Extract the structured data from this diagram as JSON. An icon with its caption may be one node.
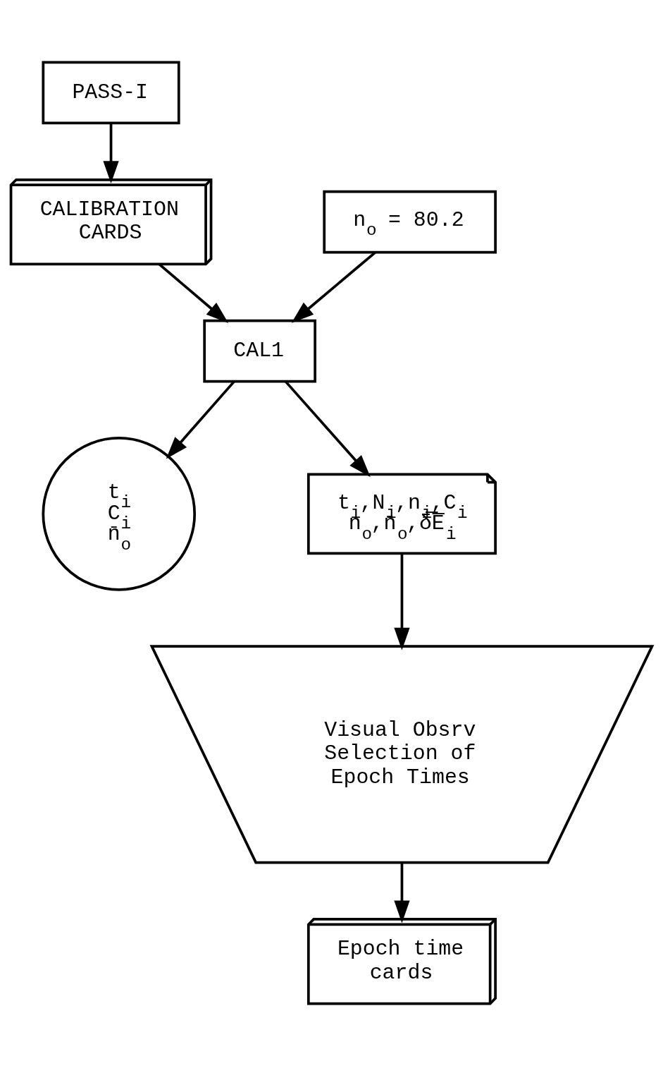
{
  "diagram": {
    "nodes": [
      {
        "text": [
          "PASS-I"
        ]
      },
      {
        "text": [
          "CALIBRATION CARDS"
        ]
      },
      {
        "text": [
          "n$_{o}$ = 80.2"
        ]
      },
      {
        "text": [
          "CAL1"
        ]
      },
      {
        "text": [
          "t$_{i}$",
          "C$_{i}$",
          "n̄$_{o}$"
        ]
      },
      {
        "text": [
          "t$_{i}$,N$_{i}$,n$_{i}$,C$_{i}$",
          "n$_{o}$,n̄$_{o}$,δ̅E̅$_{i}$"
        ]
      },
      {
        "text": [
          "Visual Obsrv Selection of Epoch Times"
        ]
      },
      {
        "text": [
          "Epoch time cards"
        ]
      }
    ],
    "edges": [
      {
        "from": 0,
        "to": 1,
        "arrow": "to"
      },
      {
        "from": 1,
        "to": 3,
        "arrow": "to"
      },
      {
        "from": 2,
        "to": 3,
        "arrow": "to"
      },
      {
        "from": 3,
        "to": 4,
        "arrow": "to"
      },
      {
        "from": 3,
        "to": 5,
        "arrow": "to"
      },
      {
        "from": 5,
        "to": 6,
        "arrow": "to"
      },
      {
        "from": 6,
        "to": 7,
        "arrow": "to"
      }
    ]
  }
}
